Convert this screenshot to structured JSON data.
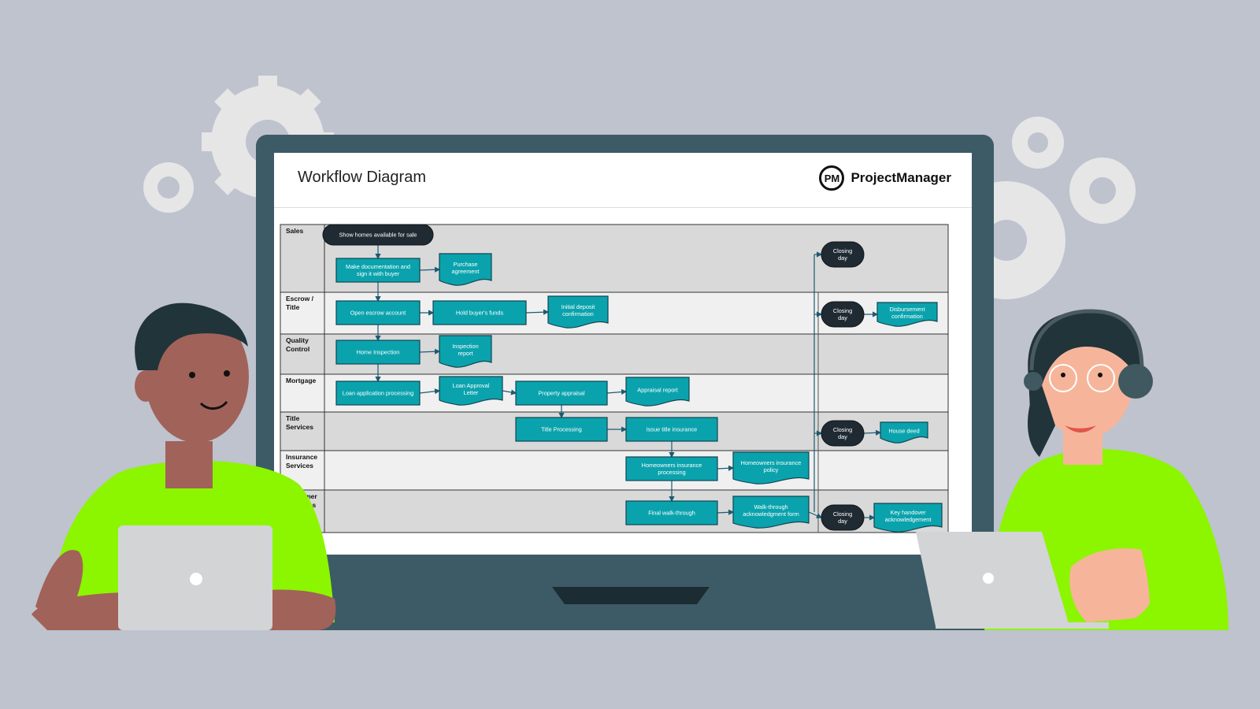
{
  "title": "Workflow Diagram",
  "brand": {
    "logo_text": "PM",
    "name": "ProjectManager"
  },
  "colors": {
    "background": "#bec3ce",
    "monitor": "#3d5b66",
    "process_fill": "#0aa3ad",
    "terminal_fill": "#1f2a33",
    "lane_dark": "#d9d9d9",
    "lane_light": "#f0f0f0",
    "shirt": "#8cf500"
  },
  "lanes": [
    {
      "id": "sales",
      "label": [
        "Sales"
      ]
    },
    {
      "id": "escrow",
      "label": [
        "Escrow /",
        "Title"
      ]
    },
    {
      "id": "quality",
      "label": [
        "Quality",
        "Control"
      ]
    },
    {
      "id": "mortgage",
      "label": [
        "Mortgage"
      ]
    },
    {
      "id": "title_services",
      "label": [
        "Title",
        "Services"
      ]
    },
    {
      "id": "insurance",
      "label": [
        "Insurance",
        "Services"
      ]
    },
    {
      "id": "customer",
      "label": [
        "Customer",
        "Relations"
      ]
    }
  ],
  "nodes": [
    {
      "id": "show",
      "type": "terminal",
      "text": [
        "Show homes available for sale"
      ]
    },
    {
      "id": "makedoc",
      "type": "process",
      "text": [
        "Make documentation and",
        "sign it with buyer"
      ]
    },
    {
      "id": "purchase",
      "type": "document",
      "text": [
        "Purchase",
        "agreement"
      ]
    },
    {
      "id": "escrow",
      "type": "process",
      "text": [
        "Open escrow account"
      ]
    },
    {
      "id": "funds",
      "type": "process",
      "text": [
        "Hold buyer's funds"
      ]
    },
    {
      "id": "deposit",
      "type": "document",
      "text": [
        "Initial deposit",
        "confirmation"
      ]
    },
    {
      "id": "inspect",
      "type": "process",
      "text": [
        "Home Inspection"
      ]
    },
    {
      "id": "inspreport",
      "type": "document",
      "text": [
        "Inspection",
        "report"
      ]
    },
    {
      "id": "loanapp",
      "type": "process",
      "text": [
        "Loan application processing"
      ]
    },
    {
      "id": "loanletter",
      "type": "document",
      "text": [
        "Loan Approval",
        "Letter"
      ]
    },
    {
      "id": "appraisal",
      "type": "process",
      "text": [
        "Property appraisal"
      ]
    },
    {
      "id": "apprreport",
      "type": "document",
      "text": [
        "Appraisal report"
      ]
    },
    {
      "id": "titleproc",
      "type": "process",
      "text": [
        "Title Processing"
      ]
    },
    {
      "id": "titleins",
      "type": "process",
      "text": [
        "Issue title insurance"
      ]
    },
    {
      "id": "homeins",
      "type": "process",
      "text": [
        "Homeowners insurance",
        "processing"
      ]
    },
    {
      "id": "inspolicy",
      "type": "document",
      "text": [
        "Homeowners insurance",
        "policy"
      ]
    },
    {
      "id": "walk",
      "type": "process",
      "text": [
        "Final walk-through"
      ]
    },
    {
      "id": "walkform",
      "type": "document",
      "text": [
        "Walk-through",
        "acknowledgment form"
      ]
    },
    {
      "id": "close1",
      "type": "terminal",
      "text": [
        "Closing",
        "day"
      ]
    },
    {
      "id": "close2",
      "type": "terminal",
      "text": [
        "Closing",
        "day"
      ]
    },
    {
      "id": "disb",
      "type": "document",
      "text": [
        "Disbursement",
        "confirmation"
      ]
    },
    {
      "id": "close3",
      "type": "terminal",
      "text": [
        "Closing",
        "day"
      ]
    },
    {
      "id": "deed",
      "type": "document",
      "text": [
        "House deed"
      ]
    },
    {
      "id": "close4",
      "type": "terminal",
      "text": [
        "Closing",
        "day"
      ]
    },
    {
      "id": "keys",
      "type": "document",
      "text": [
        "Key handover",
        "acknowledgement"
      ]
    }
  ]
}
